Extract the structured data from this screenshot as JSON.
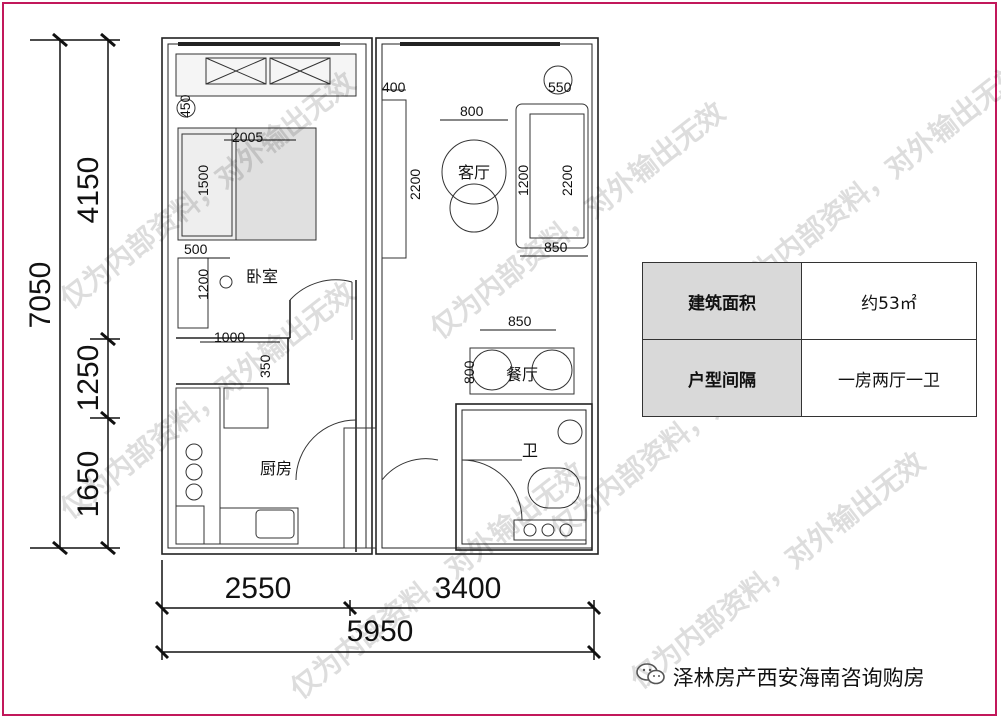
{
  "dimensions": {
    "left_total": "7050",
    "left_segments": [
      "4150",
      "1250",
      "1650"
    ],
    "bottom_segments": [
      "2550",
      "3400"
    ],
    "bottom_total": "5950",
    "interior": {
      "d450": "450",
      "d2005": "2005",
      "d1500": "1500",
      "d500": "500",
      "d1200_bed": "1200",
      "d1000": "1000",
      "d350": "350",
      "d400": "400",
      "d800_top": "800",
      "d550": "550",
      "d2200_left": "2200",
      "d1200_sofa": "1200",
      "d2200_right": "2200",
      "d850_sofa": "850",
      "d850_dining": "850",
      "d800_dining": "800"
    }
  },
  "rooms": {
    "bedroom": "卧室",
    "living": "客厅",
    "dining": "餐厅",
    "kitchen": "厨房",
    "bath": "卫"
  },
  "watermark": {
    "line1": "仅为内部资料，对外输出无效"
  },
  "info_table": {
    "rows": [
      {
        "key": "建筑面积",
        "value": "约53㎡"
      },
      {
        "key": "户型间隔",
        "value": "一房两厅一卫"
      }
    ]
  },
  "brand": {
    "text": "泽林房产西安海南咨询购房"
  }
}
